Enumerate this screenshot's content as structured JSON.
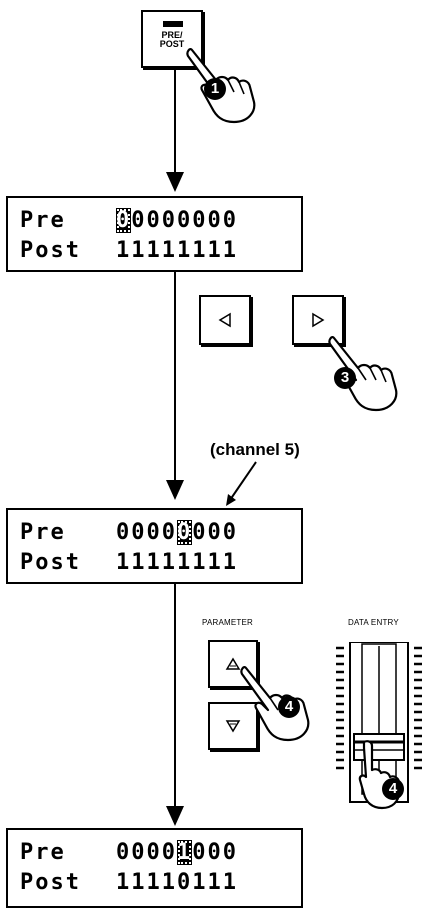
{
  "pre_post_button": {
    "label": "PRE/\nPOST"
  },
  "steps": {
    "step1": "1",
    "step3": "3",
    "step4a": "4",
    "step4b": "4"
  },
  "annotation": {
    "channel_note": "(channel 5)"
  },
  "panel_labels": {
    "parameter": "PARAMETER",
    "data_entry": "DATA ENTRY"
  },
  "displays": [
    {
      "pre_label": "Pre",
      "post_label": "Post",
      "pre_digits": [
        "0",
        "0",
        "0",
        "0",
        "0",
        "0",
        "0",
        "0"
      ],
      "post_digits": [
        "1",
        "1",
        "1",
        "1",
        "1",
        "1",
        "1",
        "1"
      ],
      "cursor_index": 0
    },
    {
      "pre_label": "Pre",
      "post_label": "Post",
      "pre_digits": [
        "0",
        "0",
        "0",
        "0",
        "0",
        "0",
        "0",
        "0"
      ],
      "post_digits": [
        "1",
        "1",
        "1",
        "1",
        "1",
        "1",
        "1",
        "1"
      ],
      "cursor_index": 4
    },
    {
      "pre_label": "Pre",
      "post_label": "Post",
      "pre_digits": [
        "0",
        "0",
        "0",
        "0",
        "1",
        "0",
        "0",
        "0"
      ],
      "post_digits": [
        "1",
        "1",
        "1",
        "1",
        "0",
        "1",
        "1",
        "1"
      ],
      "cursor_index": 4
    }
  ],
  "icons": {
    "left": "left-triangle-icon",
    "right": "right-triangle-icon",
    "up": "up-triangle-icon",
    "down": "down-triangle-icon",
    "hand": "pointing-hand-icon"
  }
}
